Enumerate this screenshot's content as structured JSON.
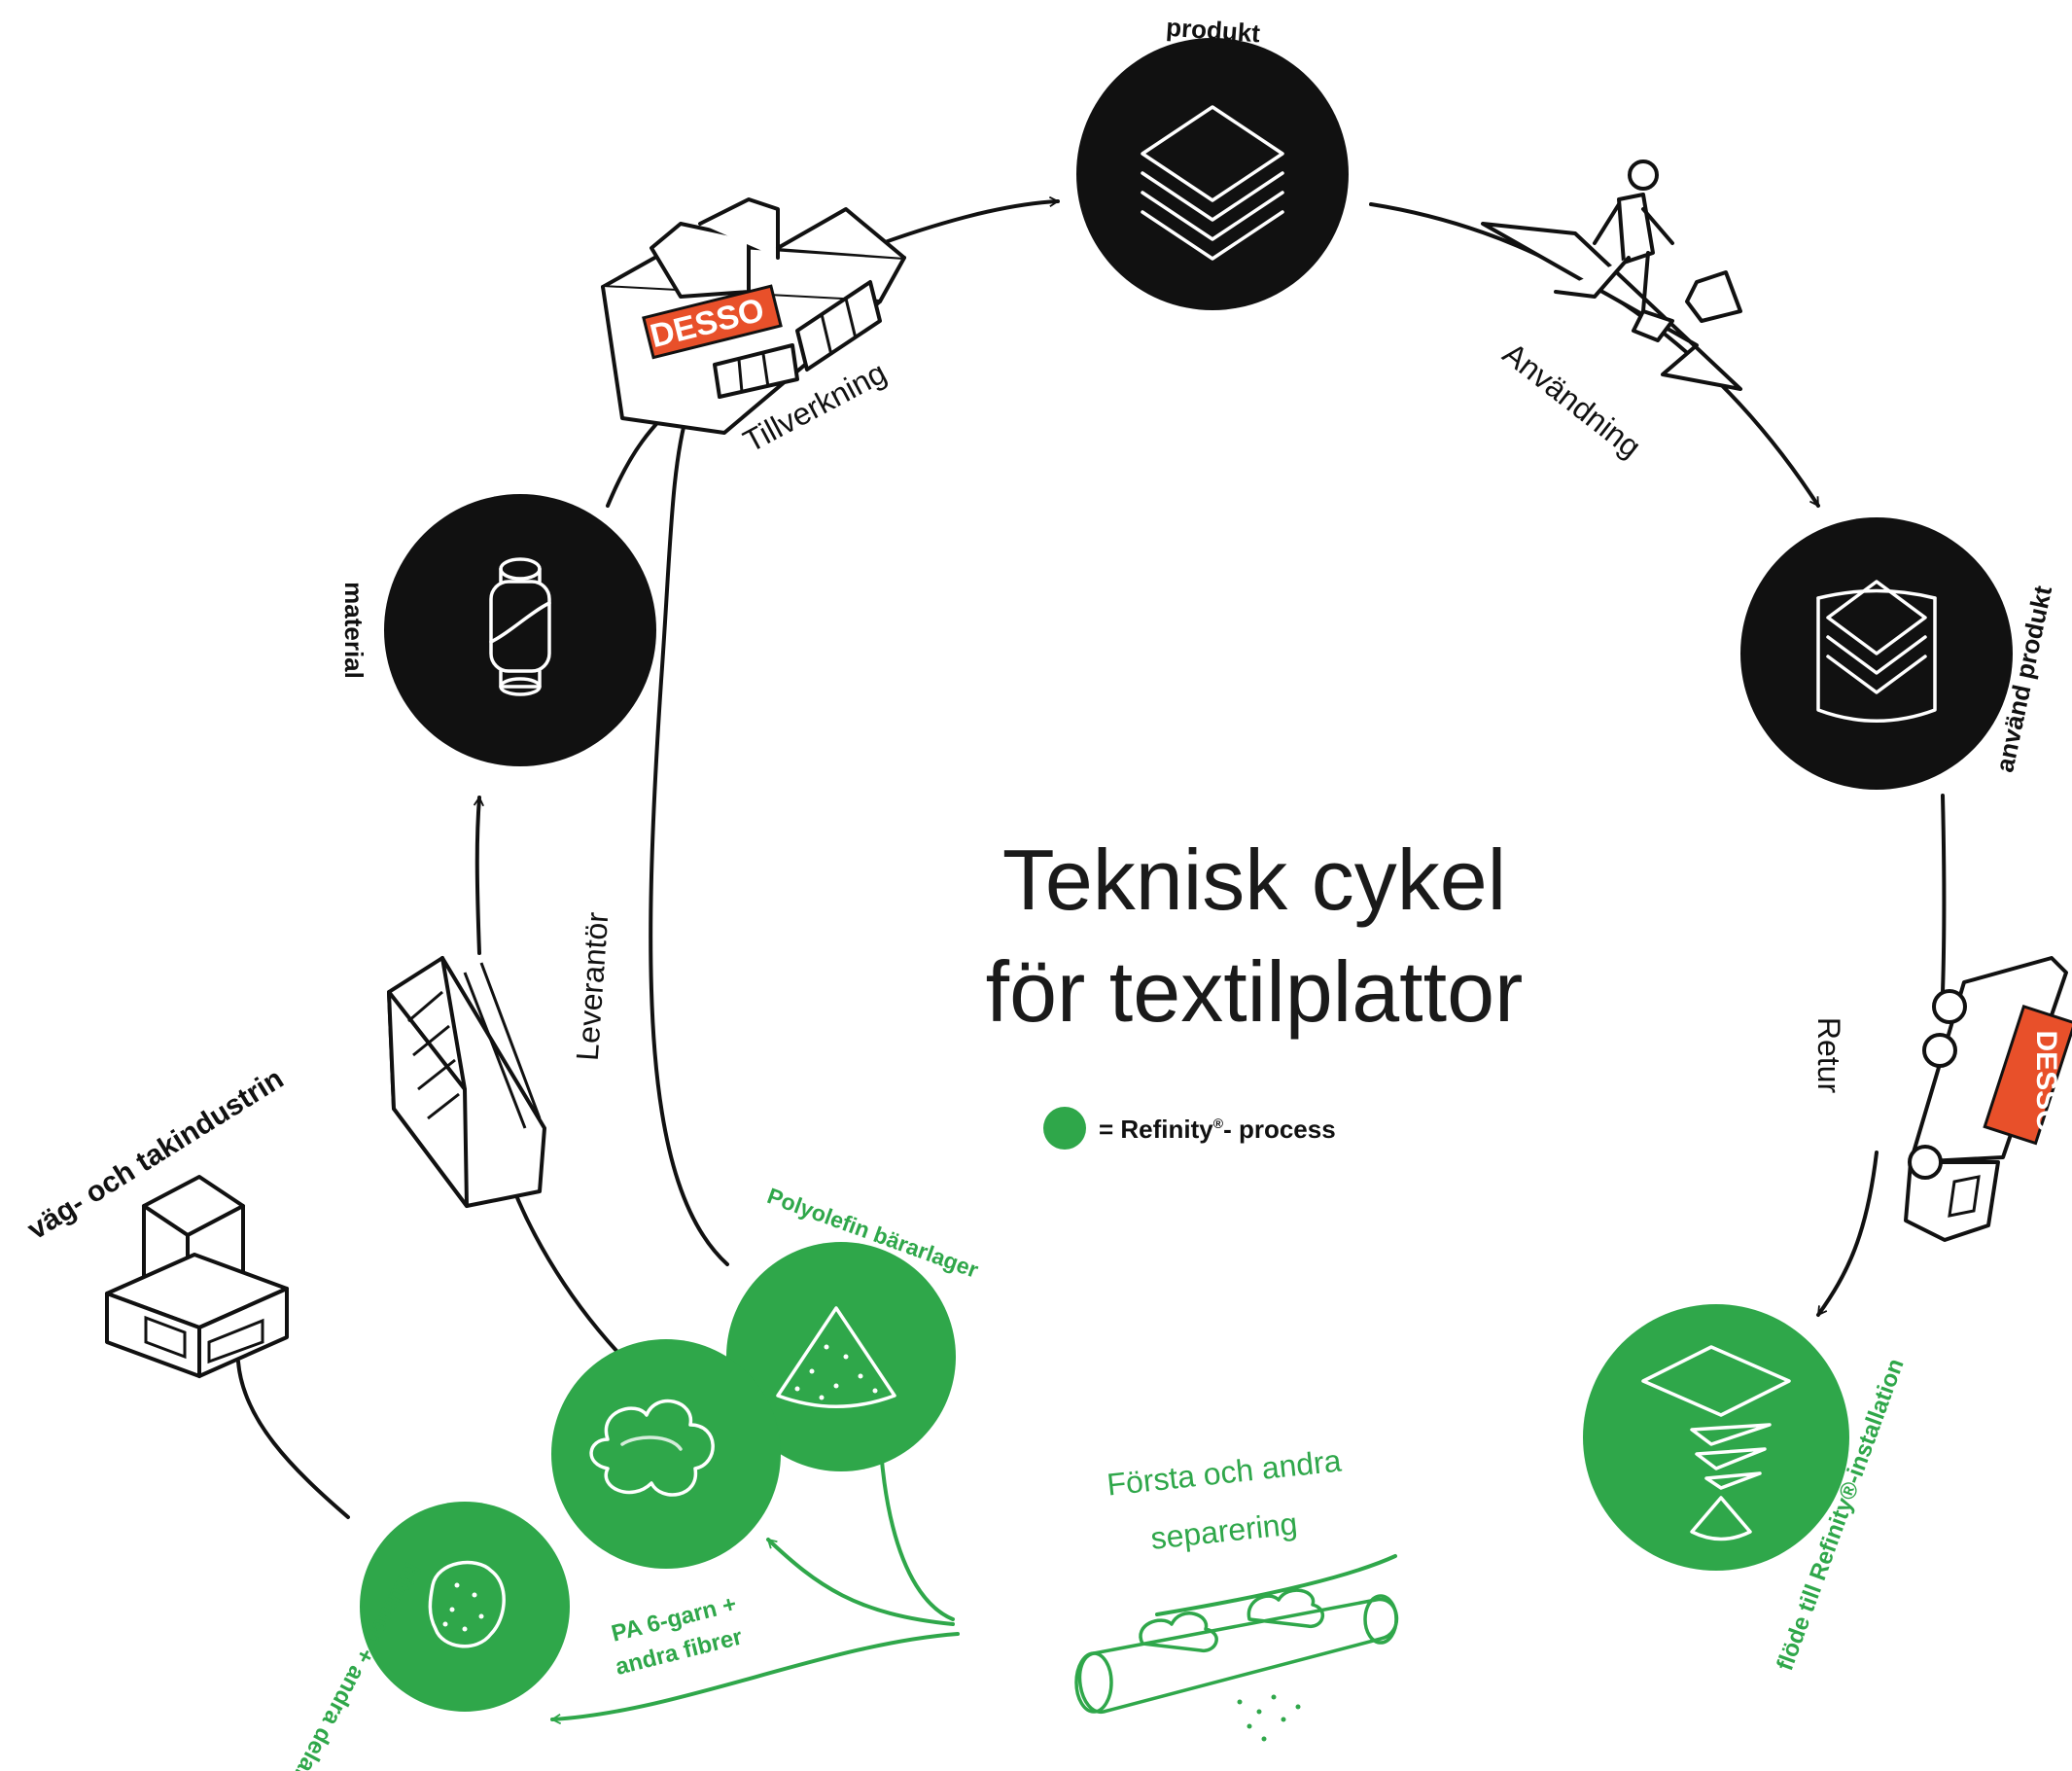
{
  "title": {
    "line1": "Teknisk cykel",
    "line2": "för textilplattor"
  },
  "legend": {
    "text": "= Refinity",
    "sup": "®",
    "suffix": "- process",
    "color": "#2fa74a"
  },
  "nodes": {
    "produkt": "produkt",
    "material": "material",
    "anvand_produkt": "använd produkt",
    "refinity": "flöde till Refinity®-installation",
    "polyolefin": "Polyolefin bärarlager",
    "pa6": "PA 6-garn +",
    "pa6_line2": "andra fibrer",
    "bitumen": "bitumen + andra delar",
    "vag": "väg- och takindustrin"
  },
  "steps": {
    "tillverkning": "Tillverkning",
    "anvandning": "Användning",
    "retur": "Retur",
    "leverantor": "Leverantör",
    "separering_line1": "Första och andra",
    "separering_line2": "separering"
  },
  "brand": {
    "name": "DESSO",
    "color": "#e8502a"
  },
  "colors": {
    "black": "#111111",
    "green": "#2fa74a",
    "white": "#ffffff"
  },
  "icons": [
    "layers-icon",
    "yarn-spool-icon",
    "walking-person-icon",
    "factory-icon",
    "used-layers-icon",
    "truck-icon",
    "supplier-building-icon",
    "industry-building-icon",
    "refinity-separation-icon",
    "granules-cone-icon",
    "fiber-cloud-icon",
    "bitumen-chunk-icon",
    "conveyor-belt-icon"
  ]
}
